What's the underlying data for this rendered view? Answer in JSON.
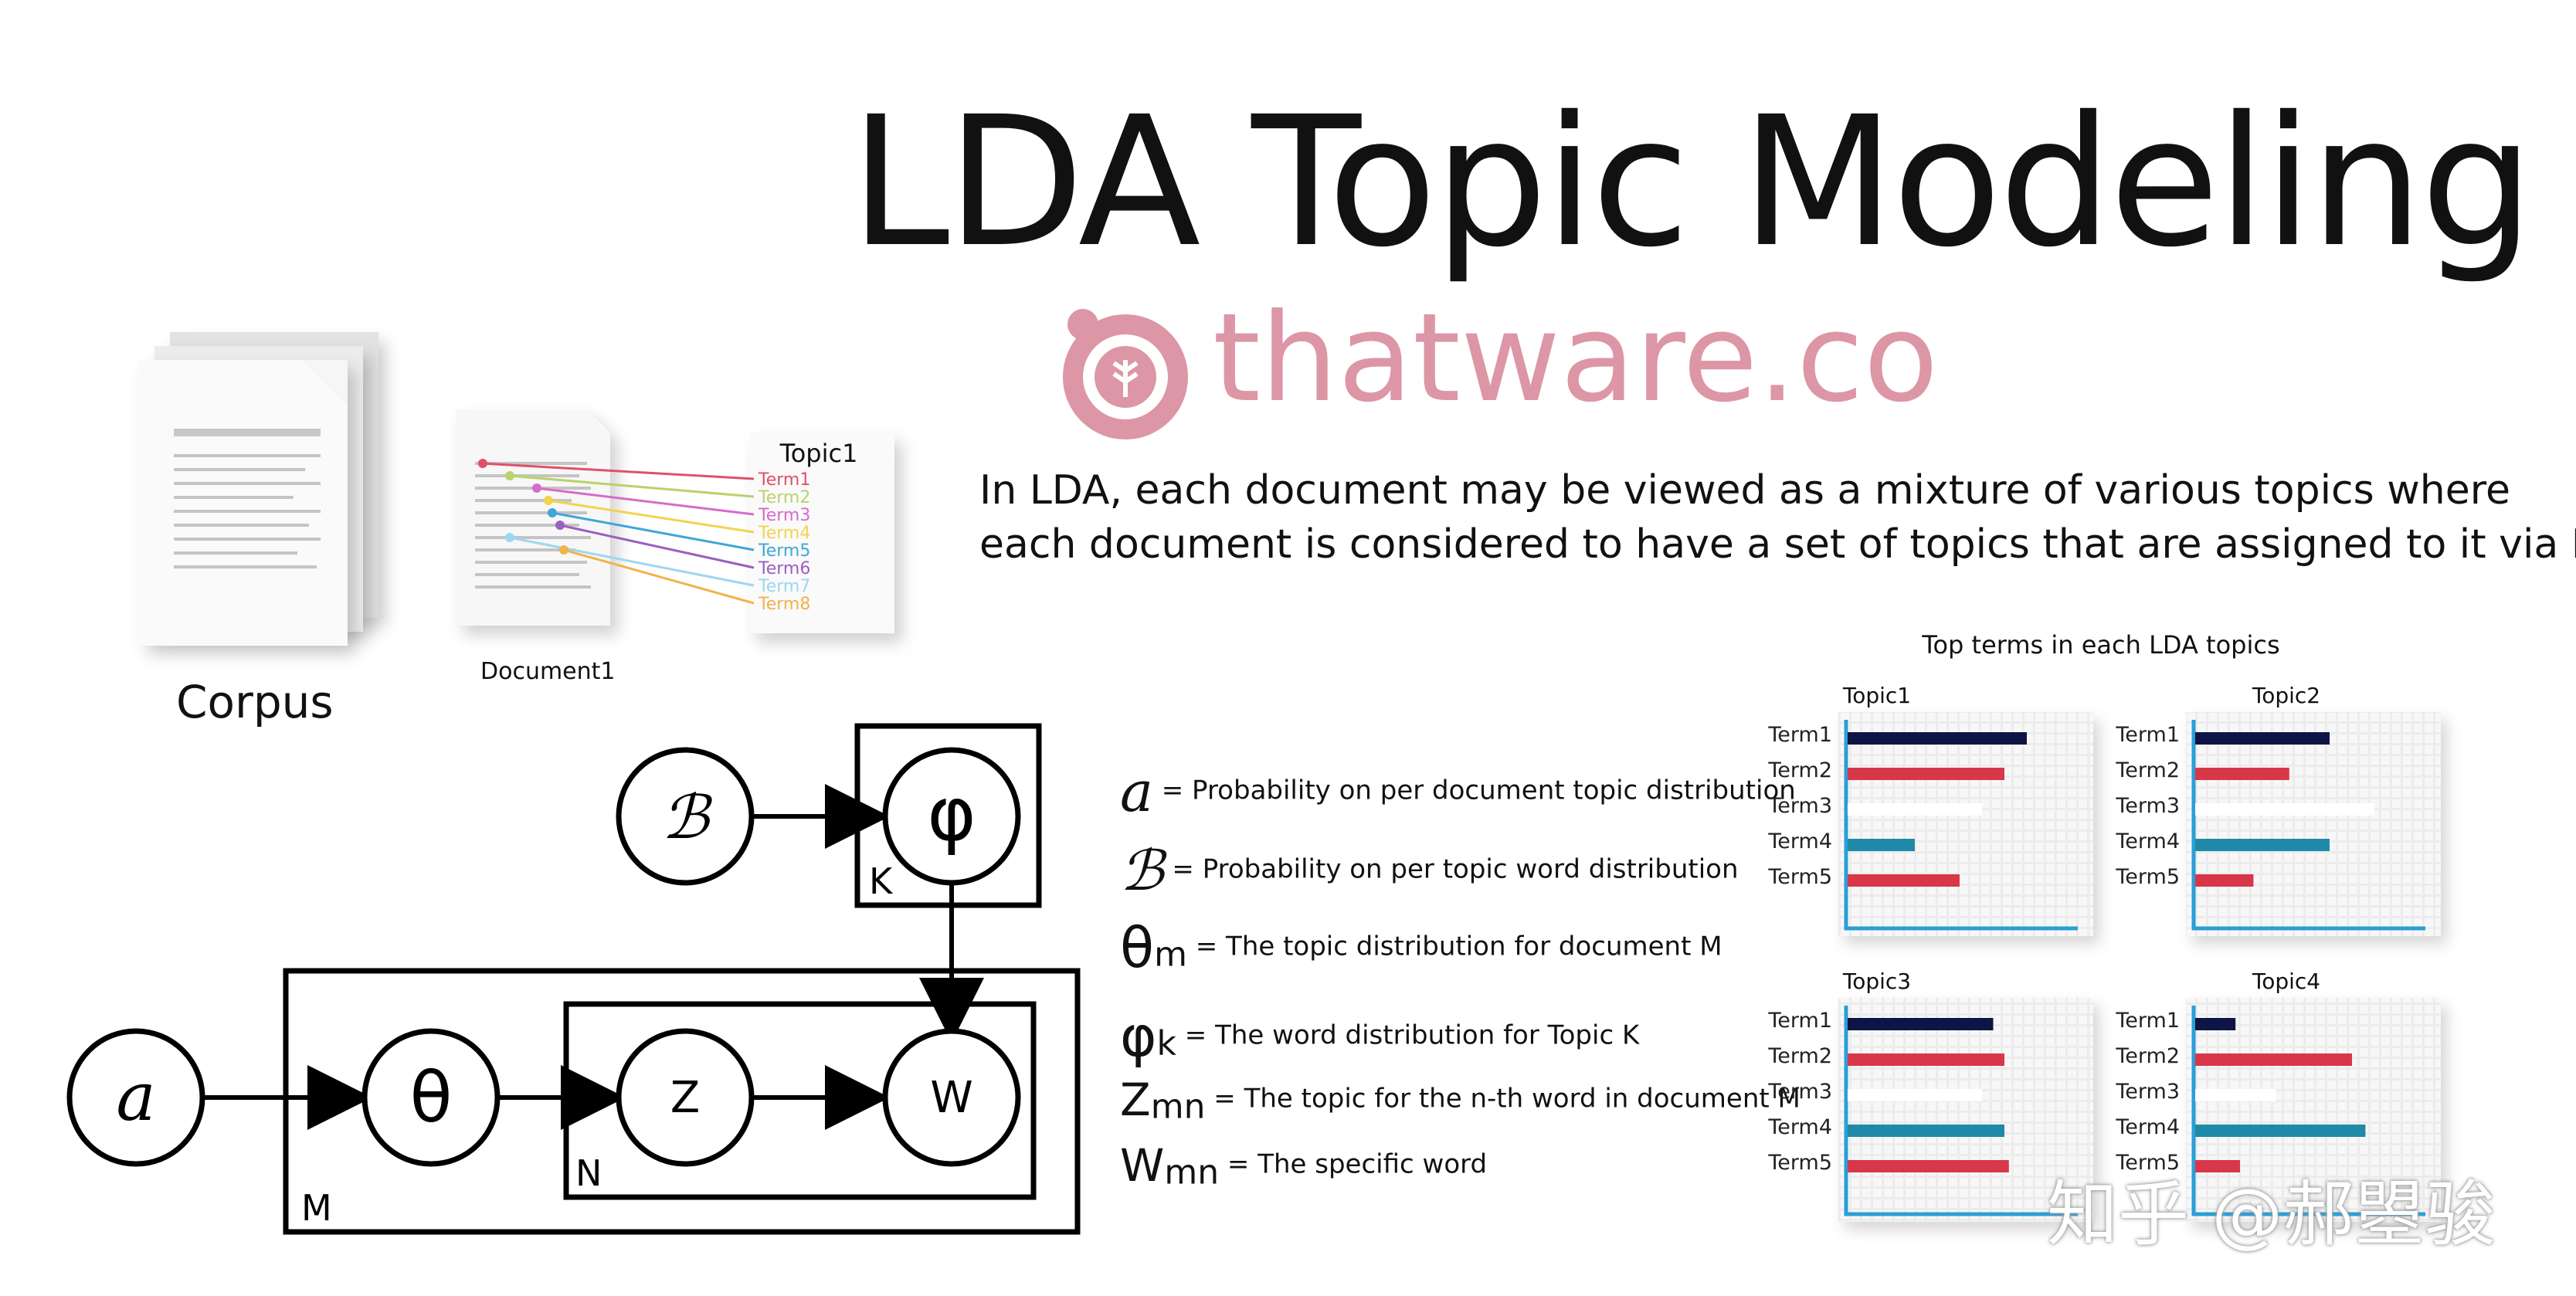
{
  "title": "LDA Topic Modeling",
  "brand": "thatware.co",
  "description": [
    "In LDA, each document may be viewed as a mixture of various topics where",
    "each document is considered to have a set of topics that are assigned to it via LDA."
  ],
  "corpus_label": "Corpus",
  "document_label": "Document1",
  "topic_card": {
    "title": "Topic1",
    "terms": [
      "Term1",
      "Term2",
      "Term3",
      "Term4",
      "Term5",
      "Term6",
      "Term7",
      "Term8"
    ],
    "colors": [
      "#e0506a",
      "#b9d26a",
      "#d66cc9",
      "#f1d34f",
      "#3fa7d6",
      "#9b5fc0",
      "#9fd6ef",
      "#f2b24c"
    ]
  },
  "plate_model": {
    "nodes": {
      "alpha": "a",
      "beta": "ℬ",
      "theta": "θ",
      "phi": "φ",
      "z": "Z",
      "w": "W"
    },
    "plates": {
      "k": "K",
      "n": "N",
      "m": "M"
    }
  },
  "legend": [
    {
      "symbol": "a",
      "sub": "",
      "text": "= Probability on per document topic distribution"
    },
    {
      "symbol": "ℬ",
      "sub": "",
      "text": "= Probability on per topic word distribution"
    },
    {
      "symbol": "θ",
      "sub": "m",
      "text": "= The topic distribution for document M"
    },
    {
      "symbol": "φ",
      "sub": "k",
      "text": "= The word distribution for Topic K"
    },
    {
      "symbol": "Z",
      "sub": "mn",
      "text": "= The topic for the n-th word in document M"
    },
    {
      "symbol": "W",
      "sub": "mn",
      "text": "= The specific word"
    }
  ],
  "chart_data": {
    "type": "bar",
    "title": "Top terms in each LDA topics",
    "categories": [
      "Term1",
      "Term2",
      "Term3",
      "Term4",
      "Term5"
    ],
    "bar_colors": [
      "#0f1446",
      "#d8374a",
      "#ffffff",
      "#1f8aa8",
      "#d8374a"
    ],
    "panels": [
      {
        "name": "Topic1",
        "values": [
          0.8,
          0.7,
          0.6,
          0.3,
          0.5
        ]
      },
      {
        "name": "Topic2",
        "values": [
          0.6,
          0.42,
          0.8,
          0.6,
          0.26
        ]
      },
      {
        "name": "Topic3",
        "values": [
          0.65,
          0.7,
          0.6,
          0.7,
          0.72
        ]
      },
      {
        "name": "Topic4",
        "values": [
          0.18,
          0.7,
          0.36,
          0.76,
          0.2
        ]
      }
    ],
    "xlim": [
      0,
      1
    ],
    "grid": true
  },
  "watermark": "知乎 @郝曌骏"
}
